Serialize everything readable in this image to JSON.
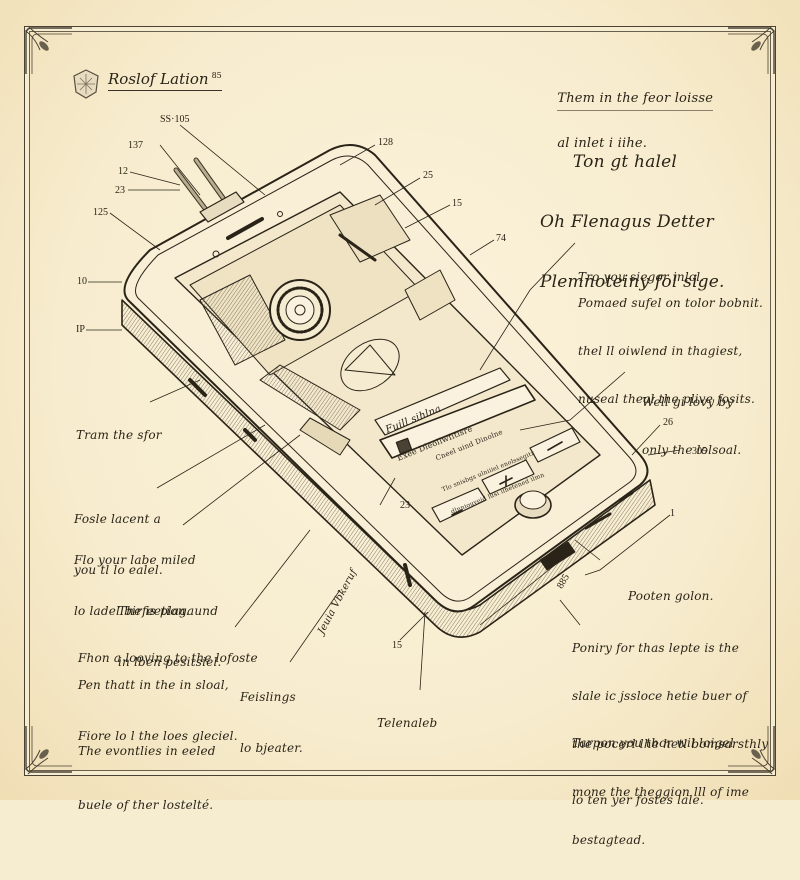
{
  "document": {
    "title": "Roslof Lation",
    "title_mark": "85",
    "logo_icon": "ornate-shield-crest-icon",
    "style": "vintage patent illustration",
    "colors": {
      "paper": "#f6ecd0",
      "ink": "#2a2418",
      "frame": "#4a4235"
    }
  },
  "header_notes": {
    "lines_small": [
      "Them in the feor loisse",
      "al inlet i iihe."
    ],
    "lines_large": [
      "Ton gt halel",
      "Oh Flenagus Detter",
      "Plemnoteiny fol sige."
    ]
  },
  "callout_numbers": [
    "SS·105",
    "137",
    "12",
    "23",
    "125",
    "10",
    "IP",
    "128",
    "25",
    "15",
    "74",
    "26",
    "305",
    "1",
    "23",
    "15",
    "885"
  ],
  "annotations": {
    "right": [
      {
        "id": "r1",
        "lines": [
          "Tro you siegor inlol."
        ]
      },
      {
        "id": "r2",
        "lines": [
          "Pomaed sufel on tolor bobnit.",
          "thel ll oiwlend in thagiest,",
          "nuseal theal the plive fosits."
        ]
      },
      {
        "id": "r3",
        "lines": [
          "Well gi lovy by",
          "only the lolsoal."
        ]
      },
      {
        "id": "r4",
        "lines": [
          "Pooten golon."
        ]
      },
      {
        "id": "r5",
        "lines": [
          "Poniry for thas lepte is the",
          "slale ic jssloce hetie buer of",
          "the pocerl lhe hetl bomsarsthly",
          "mone the theggion lll of ime",
          "bestagtead."
        ]
      },
      {
        "id": "r6",
        "lines": [
          "Tarpon you thor wil loigel",
          "lo ten yer fostes lale."
        ]
      }
    ],
    "left": [
      {
        "id": "l1",
        "lines": [
          "Tram the sfor"
        ]
      },
      {
        "id": "l2",
        "lines": [
          "Fosle lacent a",
          "you tl lo ealel."
        ]
      },
      {
        "id": "l3",
        "lines": [
          "Flo your labe miled",
          "lo ladel birfeetion."
        ]
      },
      {
        "id": "l4",
        "lines": [
          "The is plagaund",
          "in lben pesitsiel."
        ]
      },
      {
        "id": "l5",
        "lines": [
          "Fhon a looving to the lofoste"
        ]
      },
      {
        "id": "l6",
        "lines": [
          "Pen thatt in the in sloal,",
          "Fiore lo l the loes gleciel."
        ]
      },
      {
        "id": "l7",
        "lines": [
          "The evontlies in eeled",
          "buele of ther lostelté."
        ]
      },
      {
        "id": "l8",
        "lines": [
          "Feislings",
          "lo bjeater."
        ]
      },
      {
        "id": "l9",
        "lines": [
          "Jeuia Vbkeruf"
        ]
      },
      {
        "id": "l10",
        "lines": [
          "Telenaleb"
        ]
      }
    ]
  },
  "device_screen": {
    "dialog_title": "Fuill sihlna",
    "dialog_subtitle": "Exee Dleollwfitisre",
    "dropdown_value": "Cneel uind Dinolne",
    "body_text": [
      "Tlo snisbgs ulniiiel enolssegitz",
      "dlnniouveid lusi ilhetened ilmn"
    ],
    "buttons": [
      "minus-glyph",
      "plus-glyph",
      "arrow-glyph"
    ]
  }
}
